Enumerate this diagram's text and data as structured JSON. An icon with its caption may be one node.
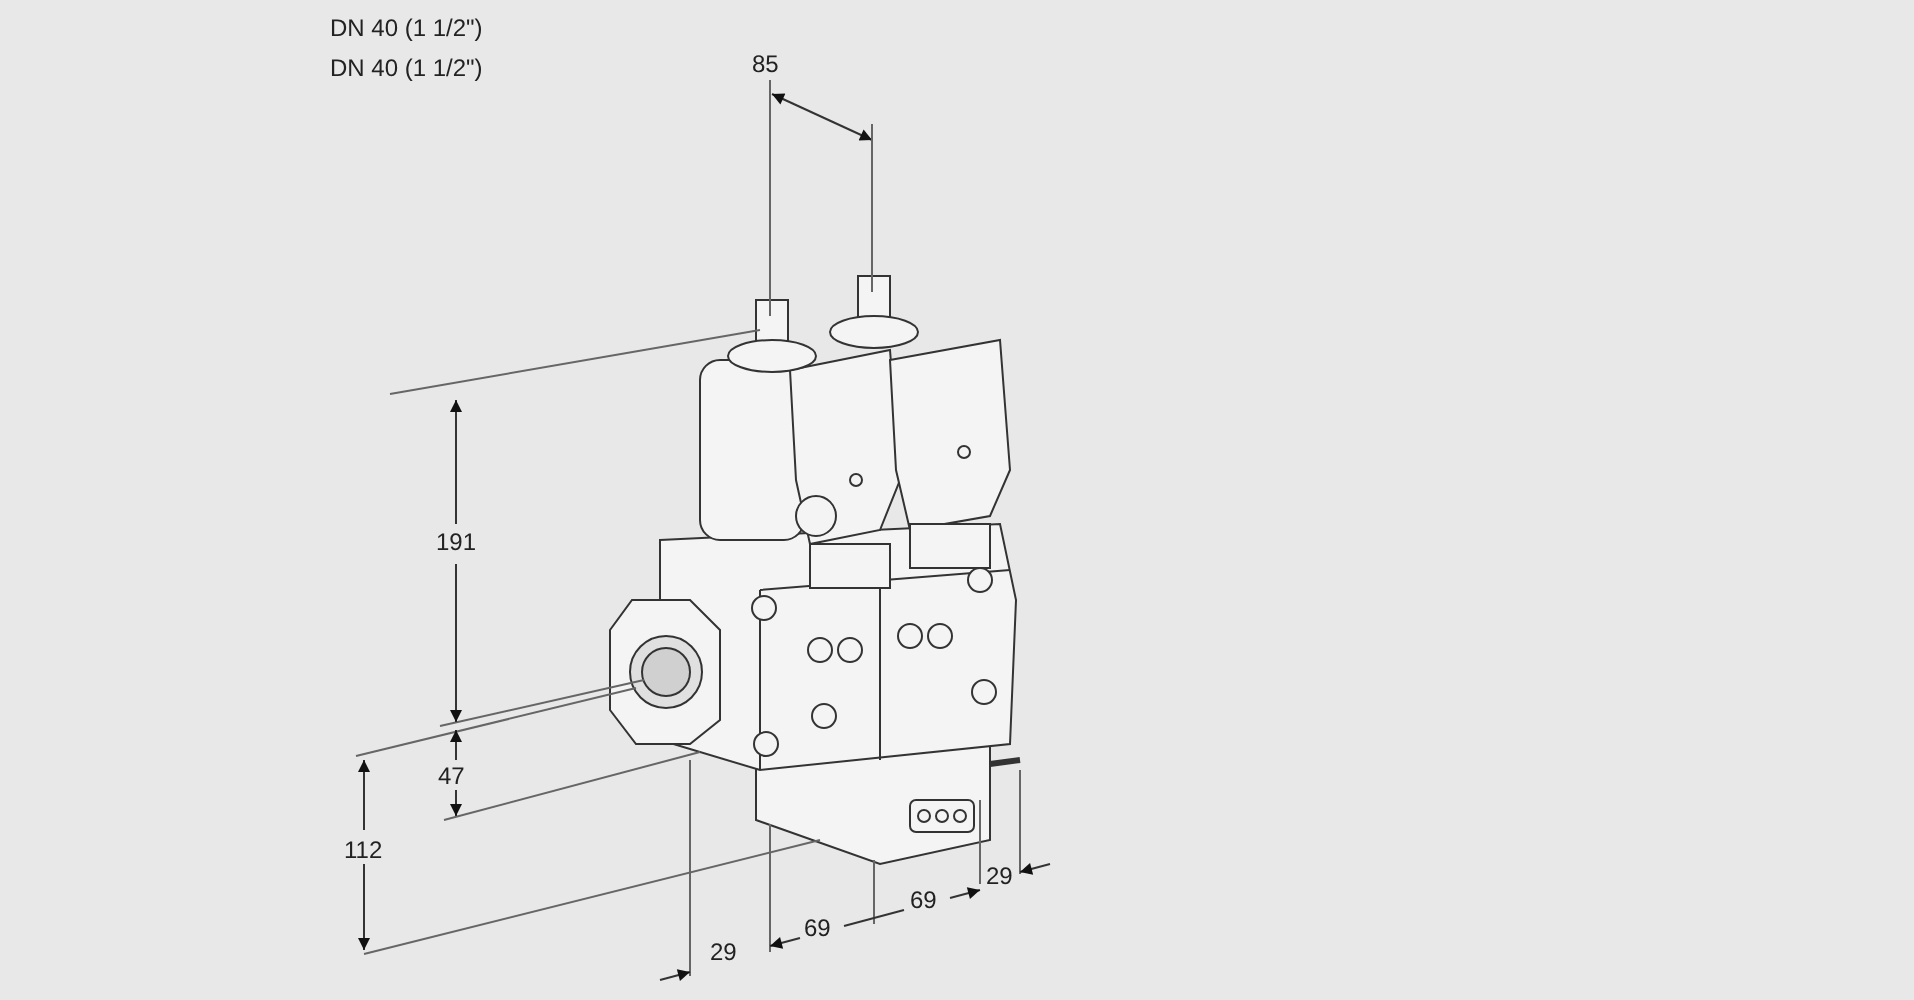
{
  "diagram": {
    "labels": [
      "DN 40 (1 1/2\")",
      "DN 40 (1 1/2\")",
      "85",
      "191",
      "47",
      "112",
      "29",
      "69",
      "69",
      "29"
    ]
  }
}
